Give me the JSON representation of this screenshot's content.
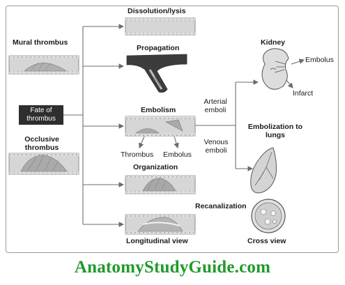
{
  "labels": {
    "mural_thrombus": "Mural thrombus",
    "fate_line1": "Fate of",
    "fate_line2": "thrombus",
    "occlusive_line1": "Occlusive",
    "occlusive_line2": "thrombus",
    "dissolution": "Dissolution/lysis",
    "propagation": "Propagation",
    "embolism": "Embolism",
    "thrombus": "Thrombus",
    "embolus_small": "Embolus",
    "organization": "Organization",
    "longitudinal_view": "Longitudinal view",
    "arterial_line1": "Arterial",
    "arterial_line2": "emboli",
    "venous_line1": "Venous",
    "venous_line2": "emboli",
    "kidney": "Kidney",
    "embolus_kidney": "Embolus",
    "infarct": "Infarct",
    "embolization_line1": "Embolization to",
    "embolization_line2": "lungs",
    "recanalization": "Recanalization",
    "cross_view": "Cross view"
  },
  "footer": "AnatomyStudyGuide.com",
  "colors": {
    "footer_green": "#1f9a2a",
    "fate_box": "#2e2e2e",
    "vessel_fill": "#d9d9d9",
    "line": "#6b6b6b"
  }
}
